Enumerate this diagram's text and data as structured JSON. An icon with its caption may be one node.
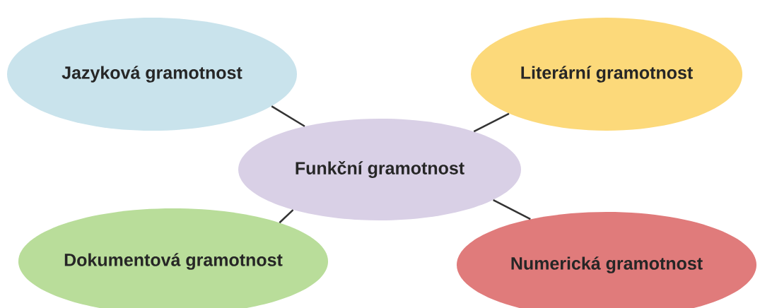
{
  "diagram": {
    "nodes": [
      {
        "text": [
          "Jazyková gramotnost"
        ]
      },
      {
        "text": [
          "Literární gramotnost"
        ]
      },
      {
        "text": [
          "Funkční gramotnost"
        ]
      },
      {
        "text": [
          "Dokumentová gramotnost"
        ]
      },
      {
        "text": [
          "Numerická gramotnost"
        ]
      }
    ],
    "edges": [
      {
        "from": 2,
        "to": 0,
        "arrow": "none"
      },
      {
        "from": 2,
        "to": 1,
        "arrow": "none"
      },
      {
        "from": 2,
        "to": 3,
        "arrow": "none"
      },
      {
        "from": 2,
        "to": 4,
        "arrow": "none"
      }
    ]
  }
}
